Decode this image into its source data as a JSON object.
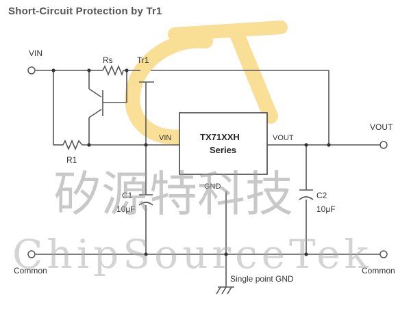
{
  "diagram": {
    "title": "Short-Circuit Protection by Tr1",
    "labels": {
      "vin_input": "VIN",
      "rs": "Rs",
      "tr1": "Tr1",
      "r1": "R1",
      "ic_vin": "VIN",
      "ic_vout": "VOUT",
      "ic_gnd": "GND",
      "vout_output": "VOUT",
      "ic_name": "TX71XXH",
      "ic_series": "Series",
      "c1": "C1",
      "c1_value": "10μF",
      "c2": "C2",
      "c2_value": "10μF",
      "common_left": "Common",
      "common_right": "Common",
      "single_point_gnd": "Single point GND"
    },
    "watermark": {
      "chinese": "矽源特科技",
      "english": "ChipSourceTek",
      "logo": "CT"
    },
    "colors": {
      "wire": "#555555",
      "logo": "#f5c542"
    }
  }
}
